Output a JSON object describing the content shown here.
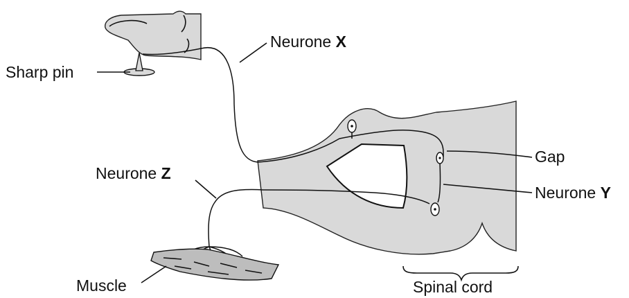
{
  "labels": {
    "sharp_pin": "Sharp pin",
    "neurone_x_prefix": "Neurone ",
    "neurone_x_letter": "X",
    "neurone_z_prefix": "Neurone ",
    "neurone_z_letter": "Z",
    "gap": "Gap",
    "neurone_y_prefix": "Neurone ",
    "neurone_y_letter": "Y",
    "muscle": "Muscle",
    "spinal_cord": "Spinal cord"
  },
  "colors": {
    "tissue_fill": "#d9d9d9",
    "muscle_fill": "#bdbdbd",
    "outline": "#111111"
  }
}
